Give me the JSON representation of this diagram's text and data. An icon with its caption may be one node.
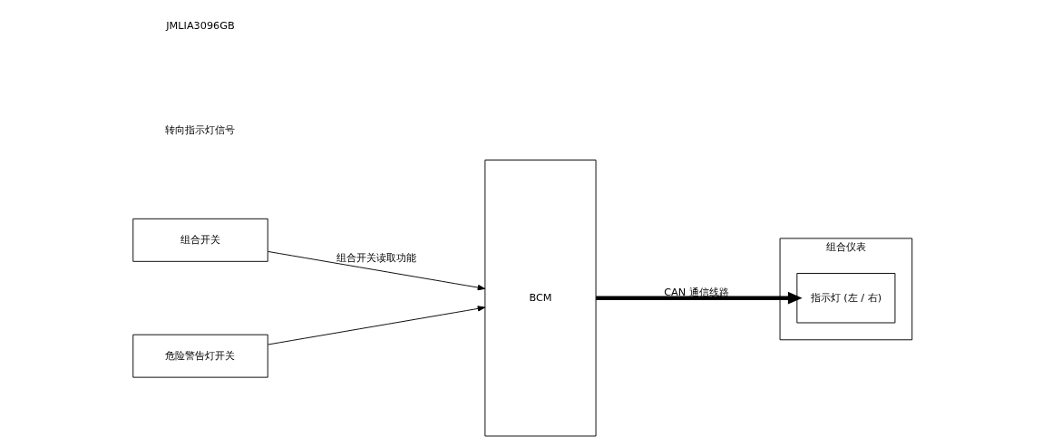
{
  "diagram": {
    "nodes": [
      {
        "text": [
          "组合开关"
        ]
      },
      {
        "text": [
          "危险警告灯开关"
        ]
      },
      {
        "text": [
          "BCM"
        ]
      },
      {
        "text": [
          "组合仪表"
        ]
      },
      {
        "text": [
          "指示灯 (左 / 右)"
        ],
        "in": 3
      }
    ],
    "edges": [
      {
        "from": 0,
        "to": 2,
        "arrow": "to",
        "label": "组合开关读取功能"
      },
      {
        "from": 1,
        "to": 2,
        "arrow": "to"
      },
      {
        "from": 2,
        "to": 4,
        "arrow": "to",
        "label": "CAN 通信线路",
        "style": "thick"
      }
    ],
    "labels": [
      "转向指示灯信号",
      "JMLIA3096GB"
    ]
  }
}
